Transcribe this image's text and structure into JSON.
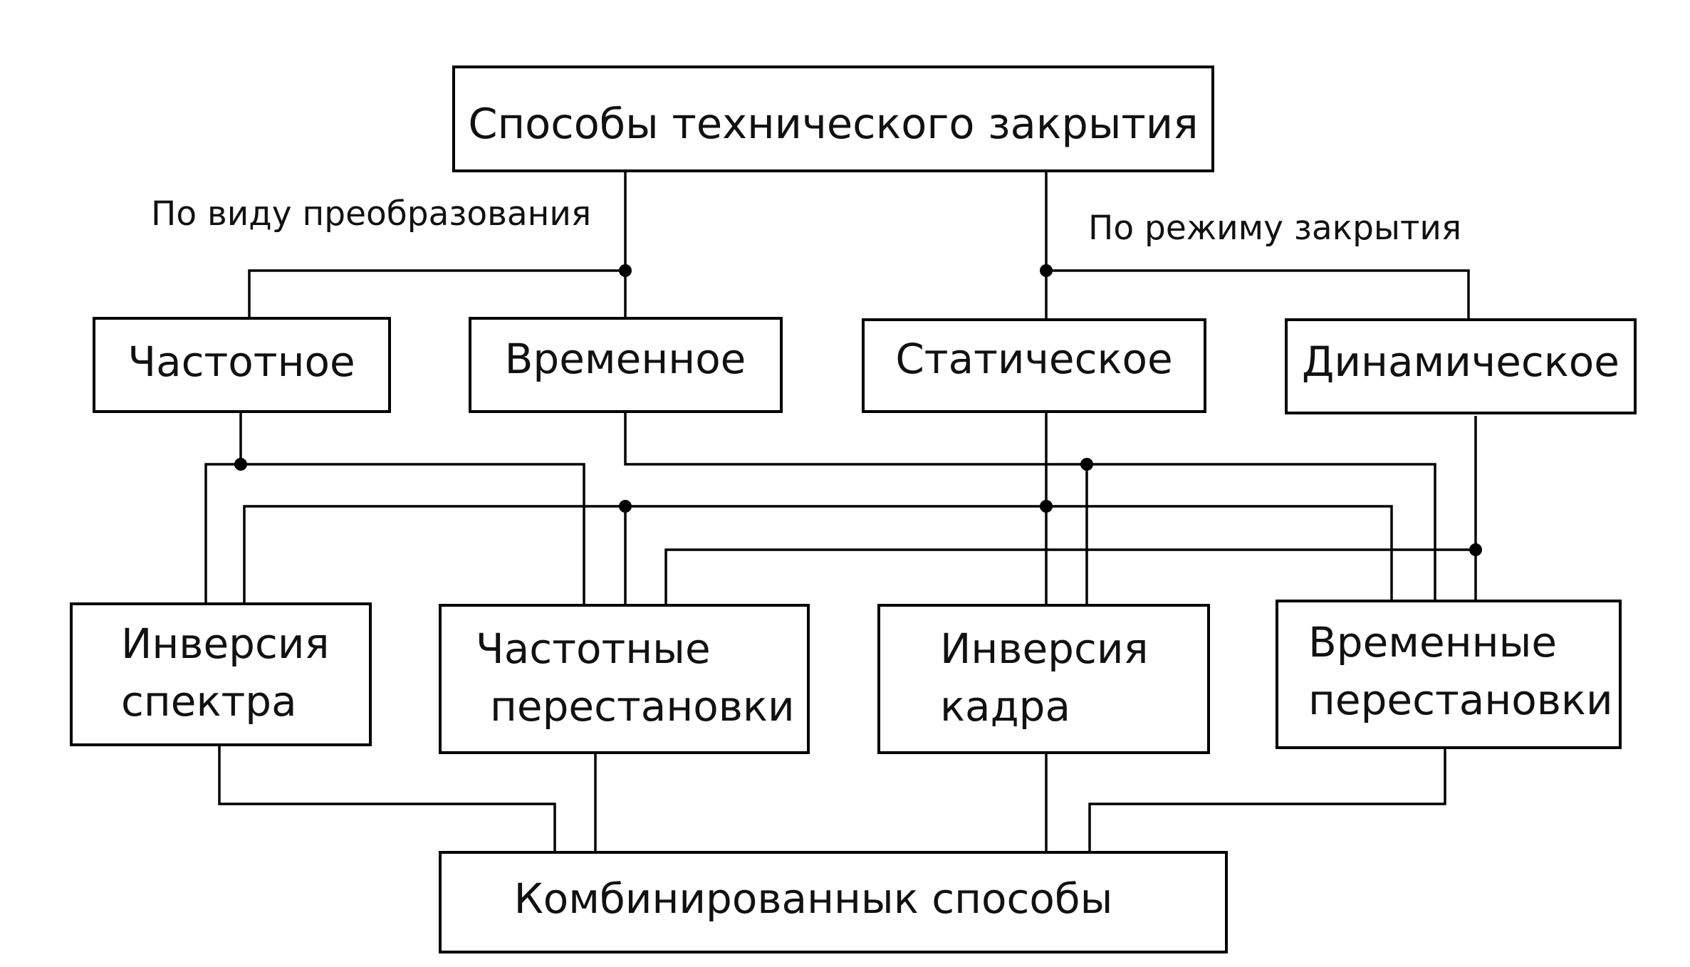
{
  "diagram": {
    "title": "Способы технического закрытия",
    "branch_labels": {
      "by_transform": "По виду преобразования",
      "by_mode": "По режиму закрытия"
    },
    "level1": {
      "frequency": "Частотное",
      "time": "Временное",
      "static": "Статическое",
      "dynamic": "Динамическое"
    },
    "level2": {
      "spectrum_inversion": [
        "Инверсия",
        "спектра"
      ],
      "frequency_permutations": [
        "Частотные",
        "перестановки"
      ],
      "frame_inversion": [
        "Инверсия",
        "кадра"
      ],
      "time_permutations": [
        "Временные",
        "перестановки"
      ]
    },
    "combined": "Комбинированнык способы",
    "colors": {
      "line": "#000000",
      "text": "#111111",
      "background": "#ffffff"
    }
  }
}
